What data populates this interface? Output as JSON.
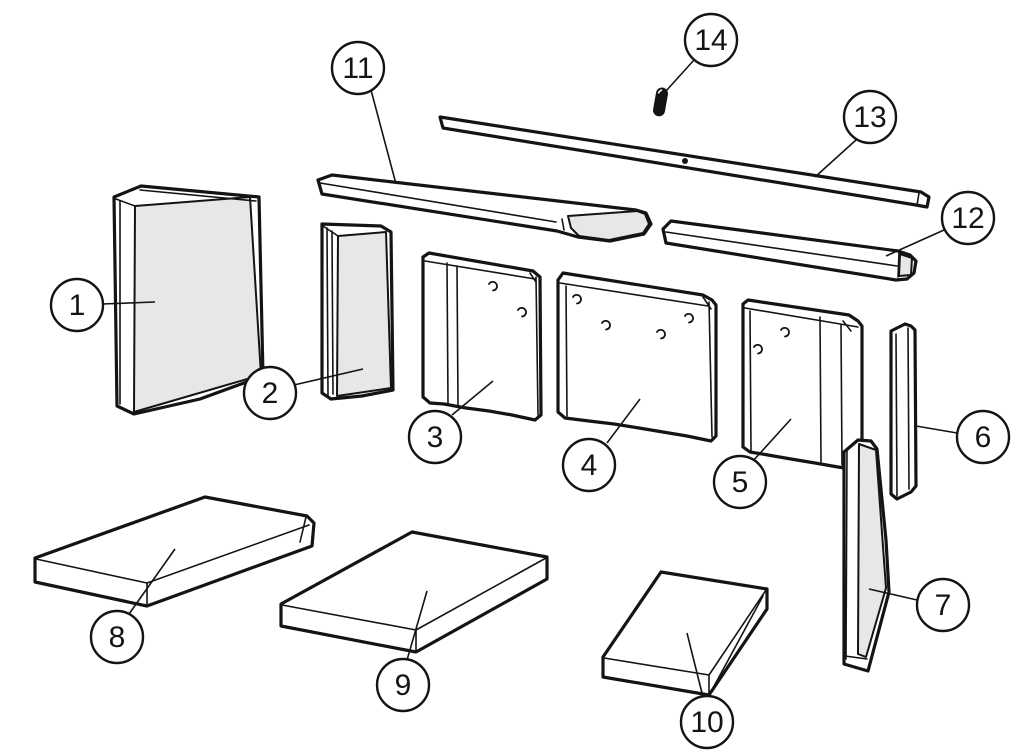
{
  "diagram": {
    "background_color": "#ffffff",
    "line_color": "#141414",
    "shade_color": "#e7e7e7",
    "callouts": [
      {
        "number": "1"
      },
      {
        "number": "2"
      },
      {
        "number": "3"
      },
      {
        "number": "4"
      },
      {
        "number": "5"
      },
      {
        "number": "6"
      },
      {
        "number": "7"
      },
      {
        "number": "8"
      },
      {
        "number": "9"
      },
      {
        "number": "10"
      },
      {
        "number": "11"
      },
      {
        "number": "12"
      },
      {
        "number": "13"
      },
      {
        "number": "14"
      }
    ]
  }
}
